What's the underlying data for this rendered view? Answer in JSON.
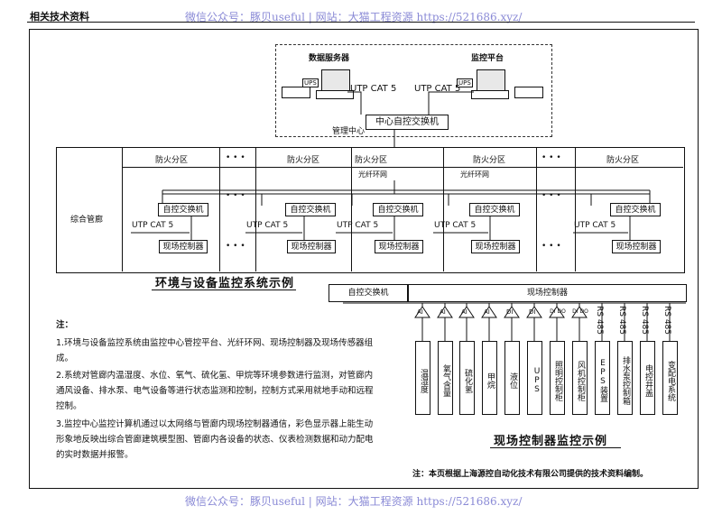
{
  "header": {
    "left_title": "相关技术资料",
    "watermark_top": "微信公众号：豚贝useful | 网站：大猫工程资源 https://521686.xyz/",
    "watermark_bottom": "微信公众号：豚贝useful | 网站：大猫工程资源 https://521686.xyz/"
  },
  "top_diagram": {
    "data_server_label": "数据服务器",
    "monitor_platform_label": "监控平台",
    "ups_label": "UPS",
    "cable_left": "UTP CAT 5",
    "cable_right": "UTP CAT 5",
    "core_switch": "中心自控交换机",
    "center_label": "管理中心"
  },
  "corridor": {
    "row_label": "综合管廊",
    "zone_label": "防火分区",
    "dots": "• • •",
    "fiber_ring": "光纤环网",
    "switch": "自控交换机",
    "cable": "UTP CAT 5",
    "controller": "现场控制器"
  },
  "title_system": "环境与设备监控系统示例",
  "controller_diagram": {
    "switch": "自控交换机",
    "controller": "现场控制器",
    "signals": [
      "AI",
      "AI",
      "AI",
      "AI",
      "DI",
      "DI",
      "DI DO",
      "DI DO"
    ],
    "rs485": [
      "RS 485",
      "RS 485",
      "RS 485",
      "RS 485"
    ],
    "devices": [
      "温湿度",
      "氧气含量",
      "硫化氢",
      "甲烷",
      "液位",
      "UPS",
      "照明控制柜",
      "风机控制柜",
      "EPS装置",
      "排水泵控制箱",
      "电控井盖",
      "变配电系统"
    ],
    "title": "现场控制器监控示例",
    "footnote": "注：本页根据上海源控自动化技术有限公司提供的技术资料编制。"
  },
  "notes": {
    "heading": "注：",
    "items": [
      "1.环境与设备监控系统由监控中心管控平台、光纤环网、现场控制器及现场传感器组成。",
      "2.系统对管廊内温湿度、水位、氧气、硫化氢、甲烷等环境参数进行监测，对管廊内通风设备、排水泵、电气设备等进行状态监测和控制，控制方式采用就地手动和远程控制。",
      "3.监控中心监控计算机通过以太网络与管廊内现场控制器通信，彩色显示器上能生动形象地反映出综合管廊建筑模型图、管廊内各设备的状态、仪表检测数据和动力配电的实时数据并报警。"
    ]
  }
}
